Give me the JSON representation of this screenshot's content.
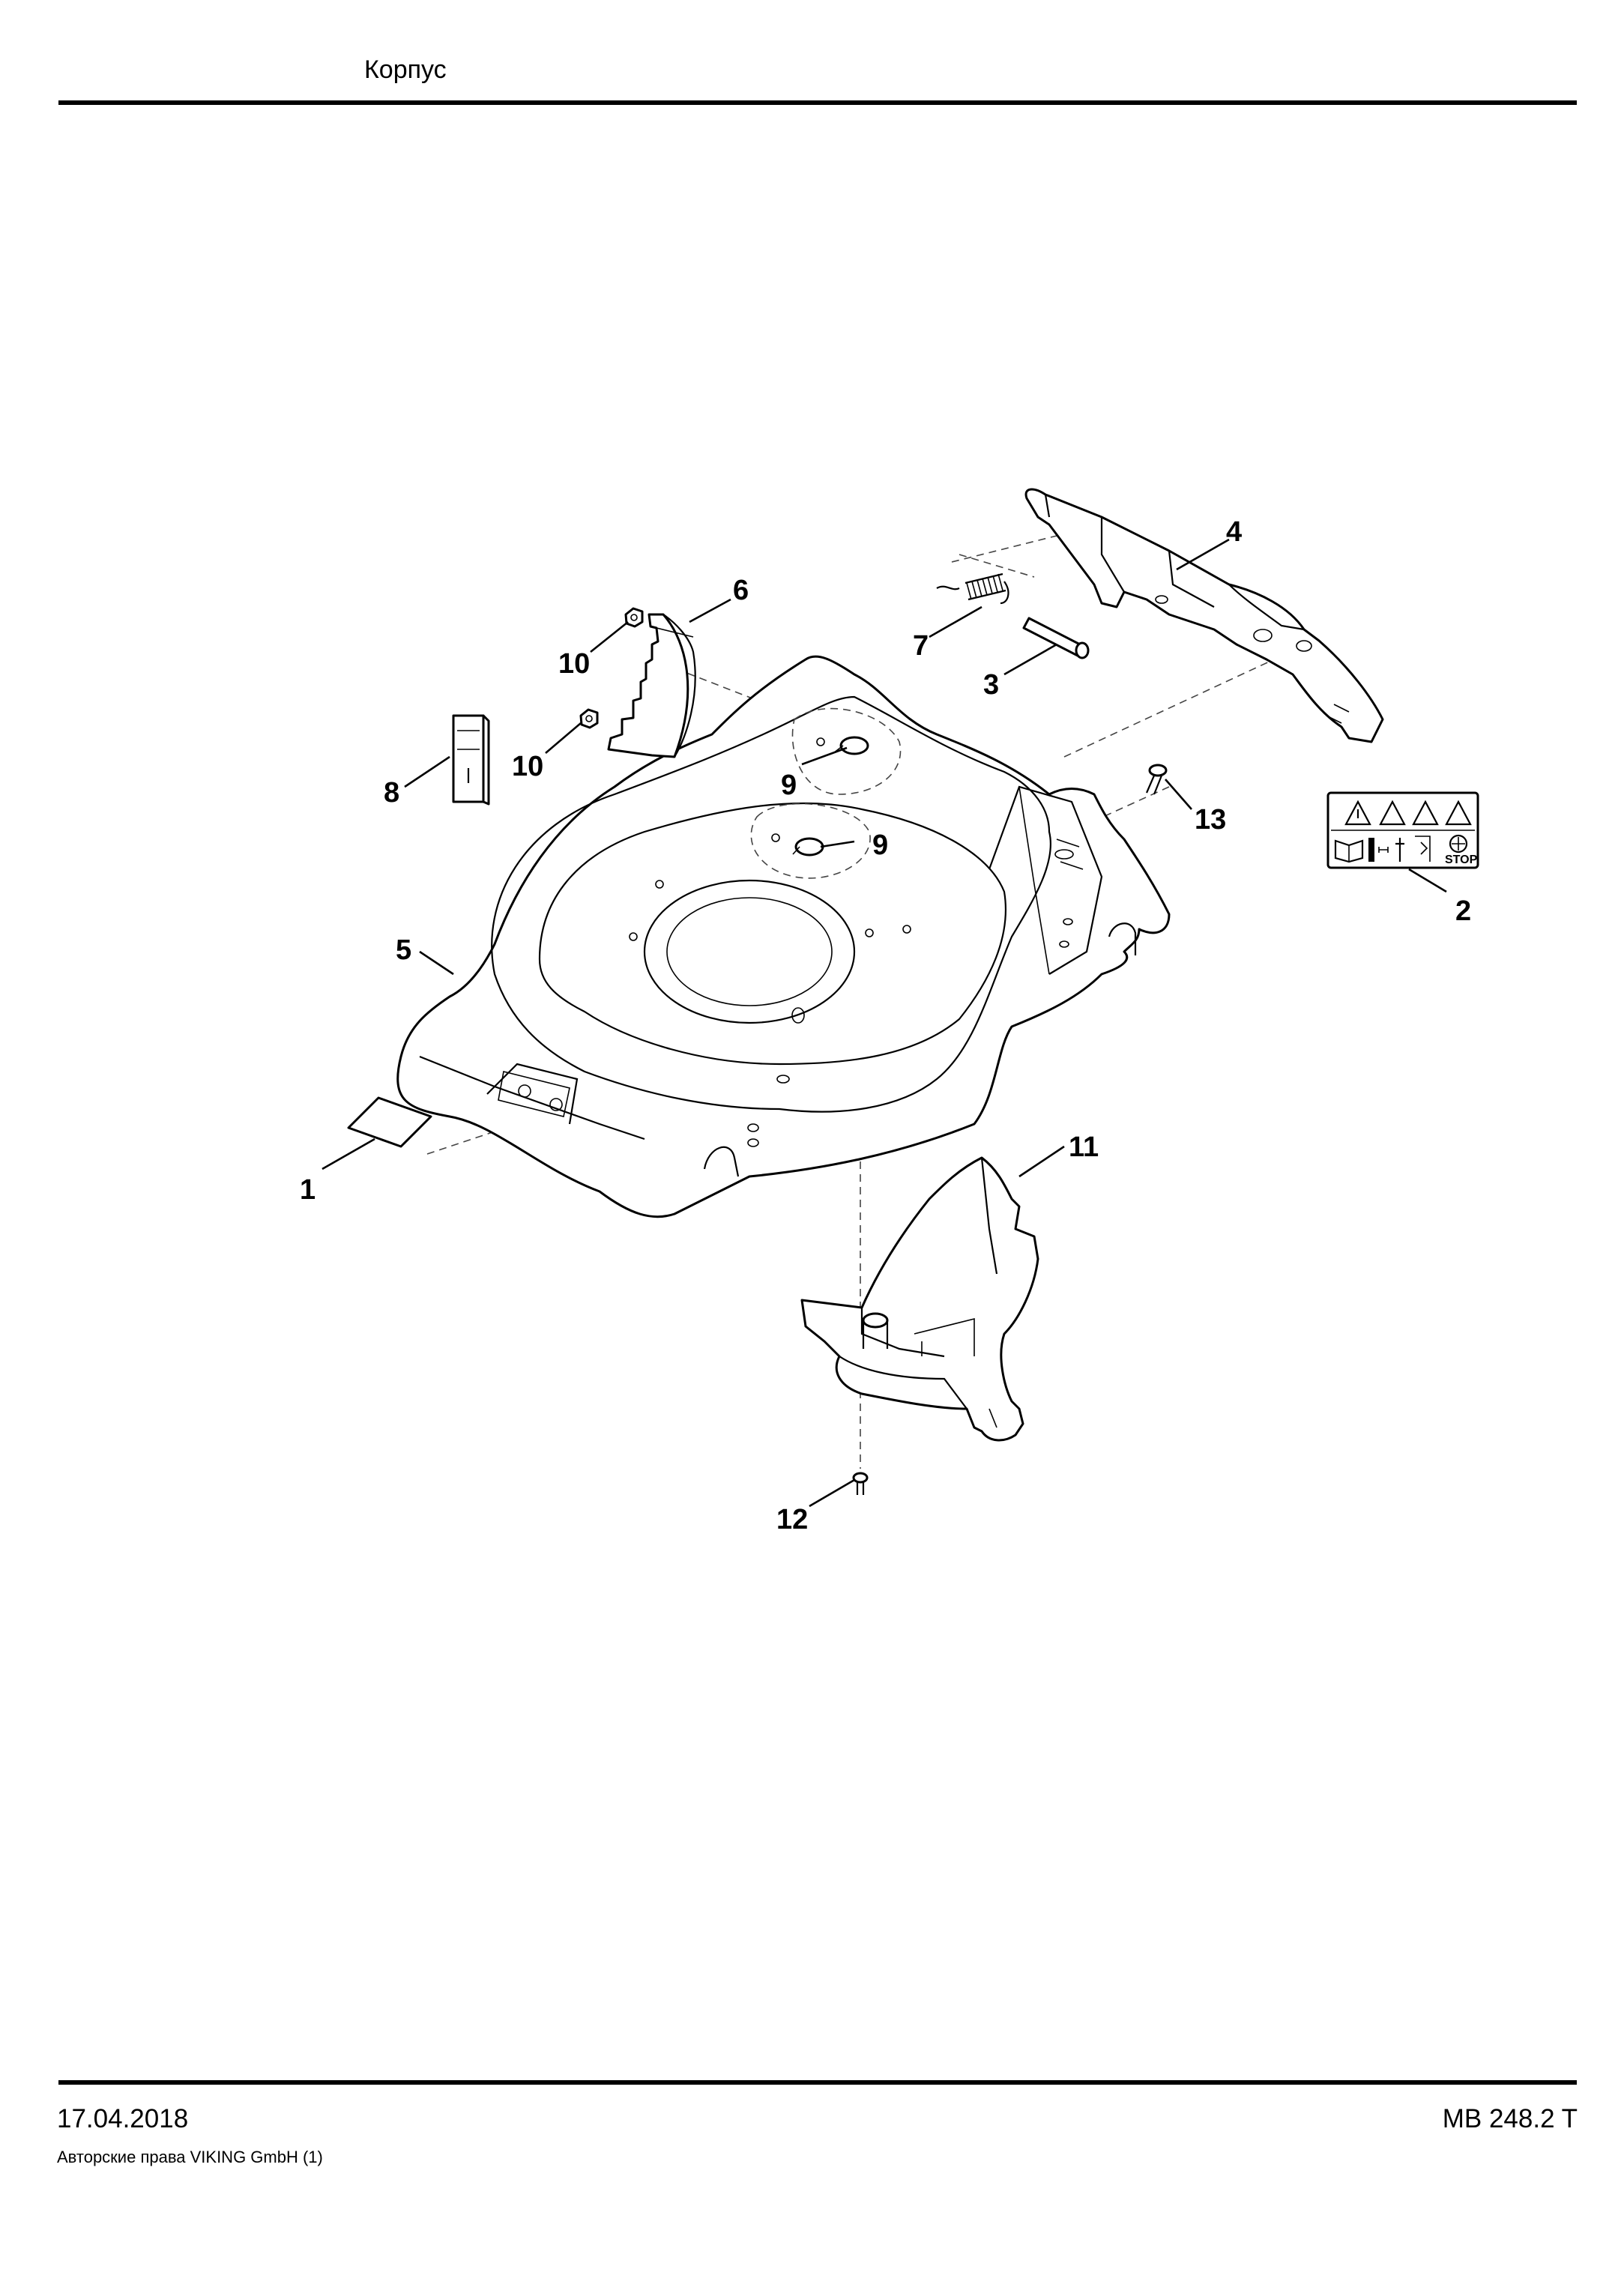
{
  "header": {
    "title": "Корпус"
  },
  "footer": {
    "date": "17.04.2018",
    "copyright": "Авторские права VIKING GmbH  (1)",
    "model": "MB 248.2 T"
  },
  "diagram": {
    "callouts": [
      "1",
      "2",
      "3",
      "4",
      "5",
      "6",
      "7",
      "8",
      "9",
      "9",
      "10",
      "10",
      "11",
      "12",
      "13"
    ],
    "label_2_stop_text": "STOP"
  }
}
